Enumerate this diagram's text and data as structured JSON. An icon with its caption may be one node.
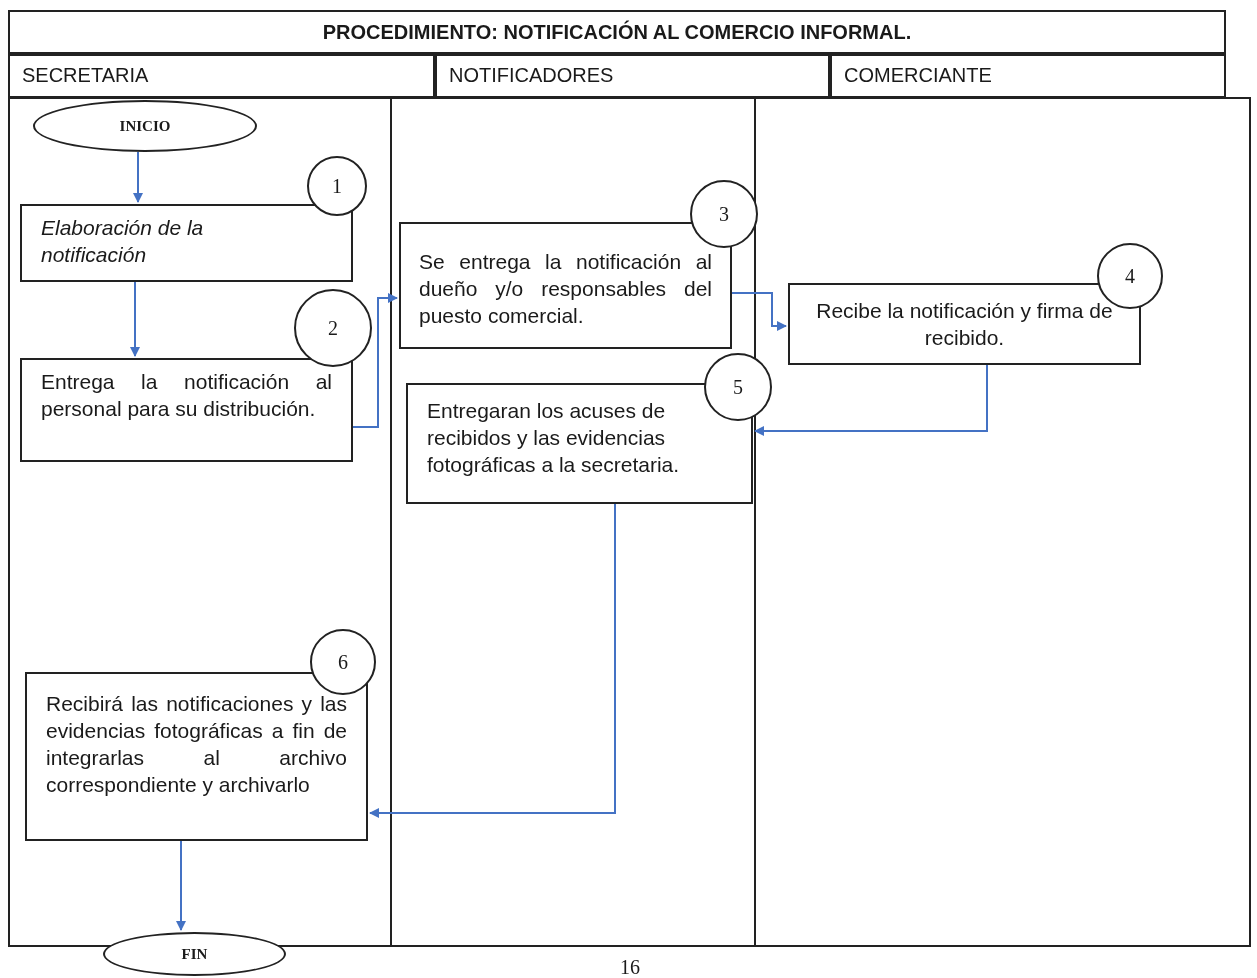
{
  "diagram": {
    "title": "PROCEDIMIENTO: NOTIFICACIÓN AL COMERCIO INFORMAL.",
    "nodes": [
      {
        "text": [
          "SECRETARIA"
        ]
      },
      {
        "text": [
          "NOTIFICADORES"
        ]
      },
      {
        "text": [
          "COMERCIANTE"
        ]
      },
      {
        "text": [
          "INICIO"
        ]
      },
      {
        "text": [
          "1"
        ]
      },
      {
        "text": [
          "Elaboración de la notificación"
        ]
      },
      {
        "text": [
          "2"
        ]
      },
      {
        "text": [
          "Entrega la notificación al personal para su distribución."
        ]
      },
      {
        "text": [
          "3"
        ]
      },
      {
        "text": [
          "Se entrega la notificación al dueño y/o responsables del puesto comercial."
        ]
      },
      {
        "text": [
          "4"
        ]
      },
      {
        "text": [
          "Recibe la notificación y firma de recibido."
        ]
      },
      {
        "text": [
          "5"
        ]
      },
      {
        "text": [
          "Entregaran los acuses de recibidos y las evidencias fotográficas a la secretaria."
        ]
      },
      {
        "text": [
          "6"
        ]
      },
      {
        "text": [
          "Recibirá las notificaciones y las evidencias fotográficas a fin de integrarlas al archivo correspondiente y archivarlo"
        ]
      },
      {
        "text": [
          "FIN"
        ]
      }
    ],
    "edges": [
      {
        "from": 3,
        "to": 5,
        "arrow": "to"
      },
      {
        "from": 5,
        "to": 7,
        "arrow": "to"
      },
      {
        "from": 7,
        "to": 9,
        "arrow": "to"
      },
      {
        "from": 9,
        "to": 11,
        "arrow": "to"
      },
      {
        "from": 11,
        "to": 13,
        "arrow": "to"
      },
      {
        "from": 13,
        "to": 15,
        "arrow": "to"
      },
      {
        "from": 15,
        "to": 16,
        "arrow": "to"
      }
    ],
    "labels": [
      "16"
    ]
  }
}
